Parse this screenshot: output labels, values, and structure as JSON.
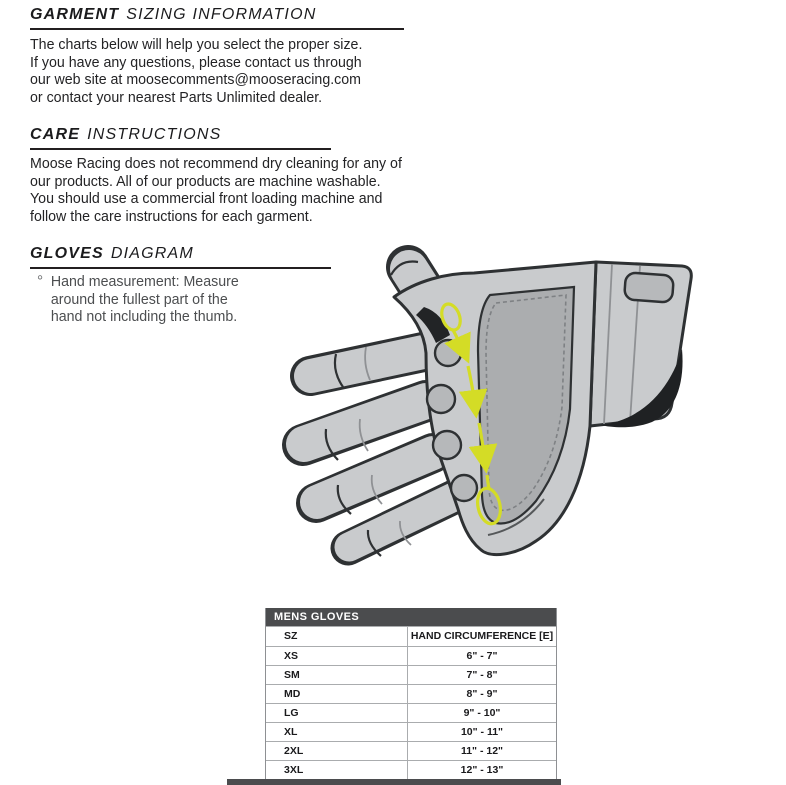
{
  "sections": {
    "garment": {
      "heading_primary": "GARMENT",
      "heading_secondary": "SIZING INFORMATION",
      "body_lines": [
        "The charts below will help you select the proper size.",
        "If you have any questions, please contact us through",
        "our web site at moosecomments@mooseracing.com",
        "or contact your nearest Parts Unlimited dealer."
      ]
    },
    "care": {
      "heading_primary": "CARE",
      "heading_secondary": "INSTRUCTIONS",
      "body_lines": [
        "Moose Racing does not recommend dry cleaning for any of",
        "our products. All of our products are machine washable.",
        "You should use a commercial front loading machine and",
        "follow the care instructions for each garment."
      ]
    },
    "gloves": {
      "heading_primary": "GLOVES",
      "heading_secondary": "DIAGRAM",
      "bullet_glyph": "°",
      "bullet_lines": [
        "Hand measurement: Measure",
        "around the fullest part of the",
        "hand not including the thumb."
      ]
    }
  },
  "table": {
    "title": "MENS GLOVES",
    "columns": [
      "SZ",
      "HAND CIRCUMFERENCE [E]"
    ],
    "rows": [
      {
        "size": "XS",
        "circumference": "6\" - 7\""
      },
      {
        "size": "SM",
        "circumference": "7\" - 8\""
      },
      {
        "size": "MD",
        "circumference": "8\" - 9\""
      },
      {
        "size": "LG",
        "circumference": "9\" - 10\""
      },
      {
        "size": "XL",
        "circumference": "10\" - 11\""
      },
      {
        "size": "2XL",
        "circumference": "11\" - 12\""
      },
      {
        "size": "3XL",
        "circumference": "12\" - 13\""
      }
    ]
  },
  "colors": {
    "text": "#231f20",
    "heading_rule": "#231f20",
    "table_title_bg": "#4b4c4e",
    "table_border": "#aaacae",
    "glove_light_gray": "#c9cbcd",
    "glove_mid_gray": "#abadaf",
    "glove_outline": "#2e3133",
    "measurement_yellow": "#d4dc26"
  }
}
